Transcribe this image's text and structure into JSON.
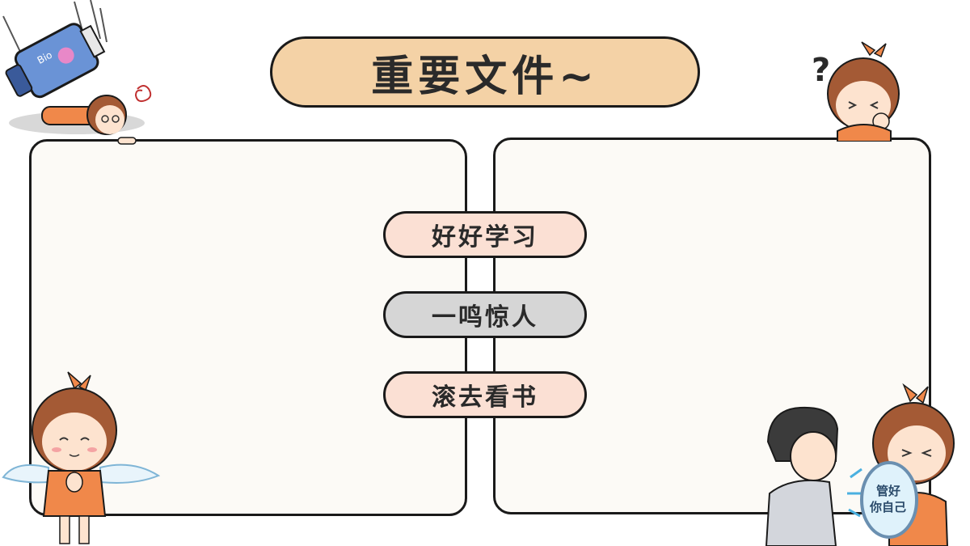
{
  "title": "重要文件~",
  "buttons": [
    {
      "label": "好好学习"
    },
    {
      "label": "一鸣惊人"
    },
    {
      "label": "滚去看书"
    }
  ],
  "mirror_text": {
    "line1": "管好",
    "line2": "你自己"
  },
  "question_mark": "?",
  "colors": {
    "title_bg": "#f4d2a6",
    "panel_bg": "#fcfaf6",
    "pill_peach": "#fbe0d4",
    "pill_gray": "#d6d6d6",
    "outline": "#1a1a1a",
    "girl_shirt": "#f0884a"
  }
}
